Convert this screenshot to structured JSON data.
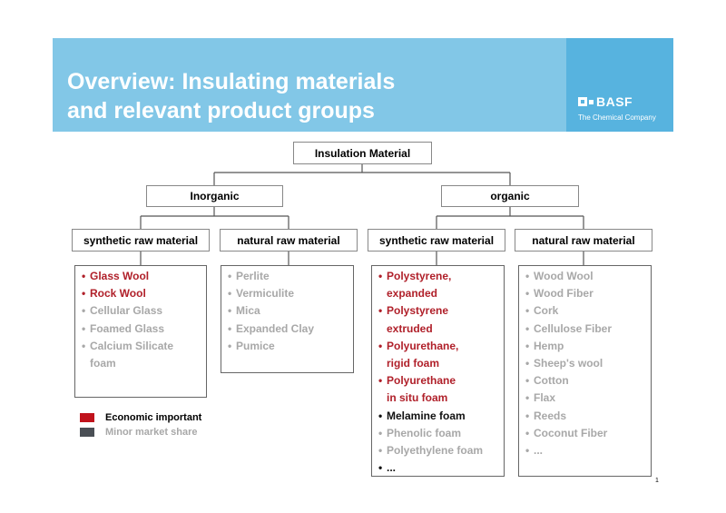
{
  "header": {
    "title_line1": "Overview: Insulating materials",
    "title_line2": "and relevant product groups",
    "brand": "BASF",
    "brand_tagline": "The Chemical Company"
  },
  "tree": {
    "root": "Insulation Material",
    "inorganic": "Inorganic",
    "organic": "organic",
    "inorg_synthetic": "synthetic raw material",
    "inorg_natural": "natural raw material",
    "org_synthetic": "synthetic raw material",
    "org_natural": "natural raw material"
  },
  "lists": {
    "inorg_synthetic": [
      {
        "lines": [
          "Glass Wool"
        ],
        "tone": "red"
      },
      {
        "lines": [
          "Rock Wool"
        ],
        "tone": "red"
      },
      {
        "lines": [
          "Cellular Glass"
        ],
        "tone": "gray"
      },
      {
        "lines": [
          "Foamed Glass"
        ],
        "tone": "gray"
      },
      {
        "lines": [
          "Calcium Silicate",
          "foam"
        ],
        "tone": "gray"
      }
    ],
    "inorg_natural": [
      {
        "lines": [
          "Perlite"
        ],
        "tone": "gray"
      },
      {
        "lines": [
          "Vermiculite"
        ],
        "tone": "gray"
      },
      {
        "lines": [
          "Mica"
        ],
        "tone": "gray"
      },
      {
        "lines": [
          "Expanded Clay"
        ],
        "tone": "gray"
      },
      {
        "lines": [
          "Pumice"
        ],
        "tone": "gray"
      }
    ],
    "org_synthetic": [
      {
        "lines": [
          "Polystyrene,",
          "expanded"
        ],
        "tone": "red"
      },
      {
        "lines": [
          "Polystyrene",
          "extruded"
        ],
        "tone": "red"
      },
      {
        "lines": [
          "Polyurethane,",
          "rigid foam"
        ],
        "tone": "red"
      },
      {
        "lines": [
          "Polyurethane",
          "in situ foam"
        ],
        "tone": "red"
      },
      {
        "lines": [
          "Melamine foam"
        ],
        "tone": "black"
      },
      {
        "lines": [
          "Phenolic foam"
        ],
        "tone": "gray"
      },
      {
        "lines": [
          "Polyethylene foam"
        ],
        "tone": "gray"
      },
      {
        "lines": [
          "..."
        ],
        "tone": "black"
      }
    ],
    "org_natural": [
      {
        "lines": [
          "Wood Wool"
        ],
        "tone": "gray"
      },
      {
        "lines": [
          "Wood Fiber"
        ],
        "tone": "gray"
      },
      {
        "lines": [
          "Cork"
        ],
        "tone": "gray"
      },
      {
        "lines": [
          "Cellulose Fiber"
        ],
        "tone": "gray"
      },
      {
        "lines": [
          "Hemp"
        ],
        "tone": "gray"
      },
      {
        "lines": [
          "Sheep's wool"
        ],
        "tone": "gray"
      },
      {
        "lines": [
          "Cotton"
        ],
        "tone": "gray"
      },
      {
        "lines": [
          "Flax"
        ],
        "tone": "gray"
      },
      {
        "lines": [
          "Reeds"
        ],
        "tone": "gray"
      },
      {
        "lines": [
          "Coconut Fiber"
        ],
        "tone": "gray"
      },
      {
        "lines": [
          "..."
        ],
        "tone": "gray"
      }
    ]
  },
  "legend": {
    "economic_label": "Economic important",
    "economic_color": "#c0121c",
    "minor_label": "Minor market share",
    "minor_color": "#4a4f55"
  },
  "page_number": "1",
  "colors": {
    "header_bg": "#82c7e7",
    "logo_bg": "#57b3df",
    "red_text": "#b0202a",
    "gray_text": "#a8a8a8"
  }
}
